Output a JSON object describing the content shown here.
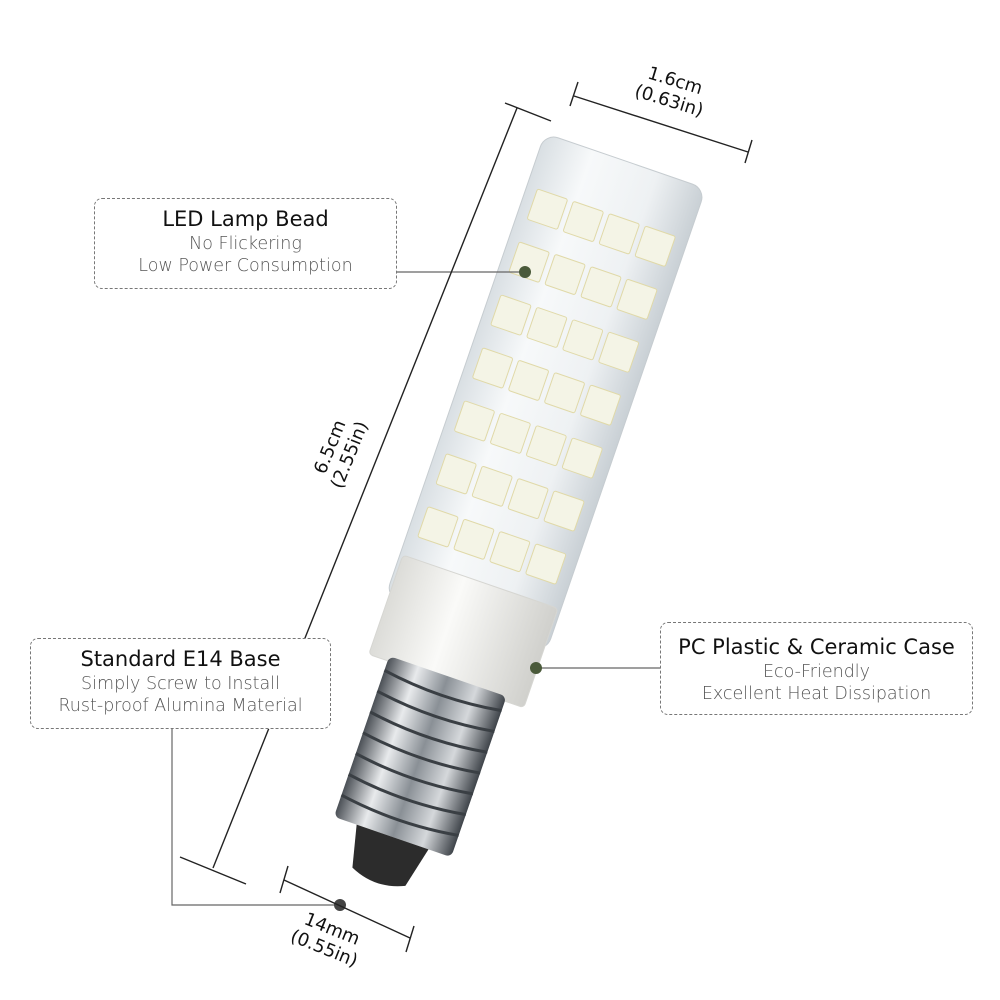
{
  "callouts": {
    "led": {
      "title": "LED Lamp Bead",
      "lines": [
        "No Flickering",
        "Low Power Consumption"
      ]
    },
    "base": {
      "title": "Standard E14 Base",
      "lines": [
        "Simply Screw to Install",
        "Rust-proof Alumina Material"
      ]
    },
    "case": {
      "title": "PC Plastic & Ceramic Case",
      "lines": [
        "Eco-Friendly",
        "Excellent Heat Dissipation"
      ]
    }
  },
  "dimensions": {
    "width": {
      "metric": "1.6cm",
      "imperial": "(0.63in)"
    },
    "length": {
      "metric": "6.5cm",
      "imperial": "(2.55in)"
    },
    "base": {
      "metric": "14mm",
      "imperial": "(0.55in)"
    }
  },
  "colors": {
    "led_bead": "#f4f4e6",
    "ceramic": "#f2f2f0",
    "metal": "#9aa0a6",
    "tip": "#2a2a2a",
    "leader_dot": "#4a5a3a"
  }
}
